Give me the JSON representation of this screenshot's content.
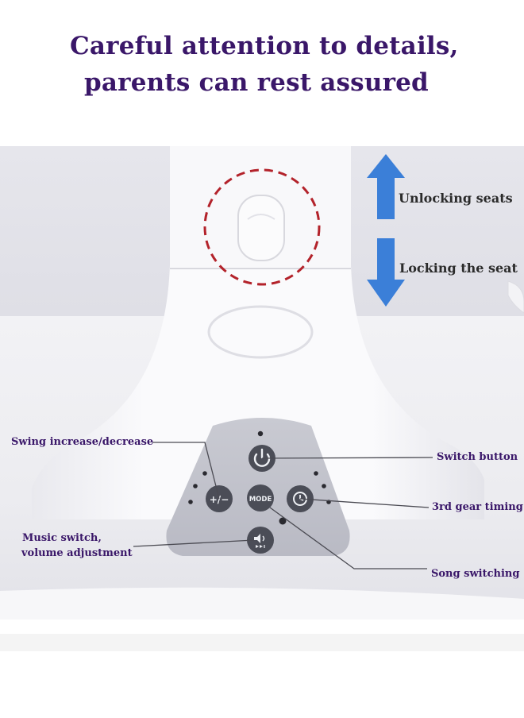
{
  "headline": {
    "line1": "Careful attention to details,",
    "line2": "parents can rest assured"
  },
  "seat_lock": {
    "unlock_label": "Unlocking seats",
    "lock_label": "Locking the seat",
    "arrow_color": "#3b7fd8"
  },
  "control_panel": {
    "labels": {
      "swing": "Swing increase/decrease",
      "switch_button": "Switch button",
      "timing": "3rd gear timing",
      "music_line1": "Music switch,",
      "music_line2": "volume adjustment",
      "song": "Song switching"
    },
    "buttons": {
      "swing": "+/−",
      "mode": "MODE"
    }
  },
  "colors": {
    "headline": "#3a1769",
    "label_purple": "#3a1769"
  }
}
